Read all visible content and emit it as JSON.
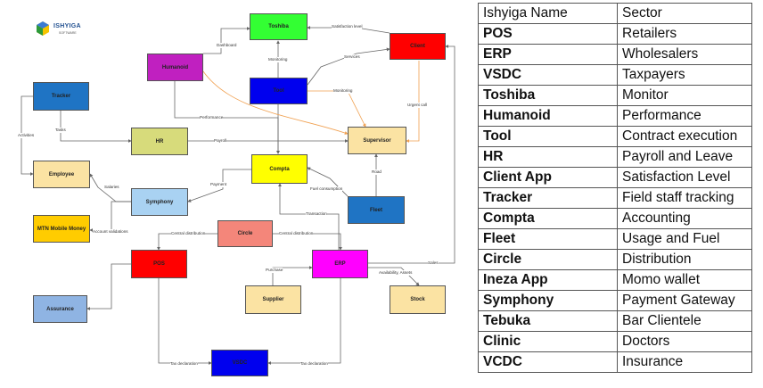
{
  "logo": {
    "name": "ISHYIGA",
    "sub": "SOFTWARE"
  },
  "nodes": {
    "toshiba": "Toshiba",
    "client": "Client",
    "humanoid": "Humanoid",
    "tool": "Tool",
    "tracker": "Tracker",
    "hr": "HR",
    "supervisor": "Supervisor",
    "employee": "Employee",
    "compta": "Compta",
    "symphony": "Symphony",
    "fleet": "Fleet",
    "mtn": "MTN Mobile Money",
    "circle": "Circle",
    "pos": "POS",
    "erp": "ERP",
    "assurance": "Assurance",
    "supplier": "Supplier",
    "stock": "Stock",
    "vsdc": "VSDC"
  },
  "edges": {
    "dashboard": "Dashboard",
    "satisfaction": "Satisfaction level",
    "monitoring_tosh": "Monitoring",
    "services": "Services",
    "monitoring_sup": "Monitoring",
    "urgent": "Urgent call",
    "performance": "Performance",
    "activities": "Activities",
    "tasks": "Tasks",
    "payroll": "Payroll",
    "payment": "Payment",
    "fuel": "Fuel consumption",
    "road": "Road",
    "salaries": "Salaries",
    "account": "Account validations",
    "transaction": "Transaction",
    "central_left": "Central distribution",
    "central_right": "Central distribution",
    "purchase": "Purchase",
    "availability": "Availability, Assets",
    "sales": "Sales",
    "tax_left": "Tax declaration",
    "tax_right": "Tax declaration"
  },
  "colors": {
    "toshiba": "#33ff33",
    "client": "#ff0000",
    "humanoid": "#c020c0",
    "tool": "#0000ee",
    "tracker": "#1f74c4",
    "hr": "#d7db7b",
    "supervisor": "#fbe3a3",
    "employee": "#fbe3a3",
    "compta": "#ffff00",
    "symphony": "#a9d2f2",
    "fleet": "#1f74c4",
    "mtn": "#ffcc00",
    "circle": "#f4867a",
    "pos": "#ff0000",
    "erp": "#ff00ff",
    "assurance": "#8fb4e3",
    "supplier": "#fbe3a3",
    "stock": "#fbe3a3",
    "vsdc": "#0000ee",
    "edge": "#666666",
    "edge_orange": "#f0a050"
  },
  "table": {
    "header": [
      "Ishyiga Name",
      "Sector"
    ],
    "rows": [
      [
        "POS",
        "Retailers"
      ],
      [
        "ERP",
        "Wholesalers"
      ],
      [
        "VSDC",
        "Taxpayers"
      ],
      [
        "Toshiba",
        "Monitor"
      ],
      [
        "Humanoid",
        "Performance"
      ],
      [
        "Tool",
        "Contract execution"
      ],
      [
        "HR",
        "Payroll and Leave"
      ],
      [
        "Client App",
        "Satisfaction Level"
      ],
      [
        "Tracker",
        "Field staff tracking"
      ],
      [
        "Compta",
        "Accounting"
      ],
      [
        "Fleet",
        "Usage and Fuel"
      ],
      [
        "Circle",
        "Distribution"
      ],
      [
        "Ineza App",
        "Momo wallet"
      ],
      [
        "Symphony",
        "Payment Gateway"
      ],
      [
        "Tebuka",
        "Bar Clientele"
      ],
      [
        "Clinic",
        "Doctors"
      ],
      [
        "VCDC",
        "Insurance"
      ]
    ]
  }
}
